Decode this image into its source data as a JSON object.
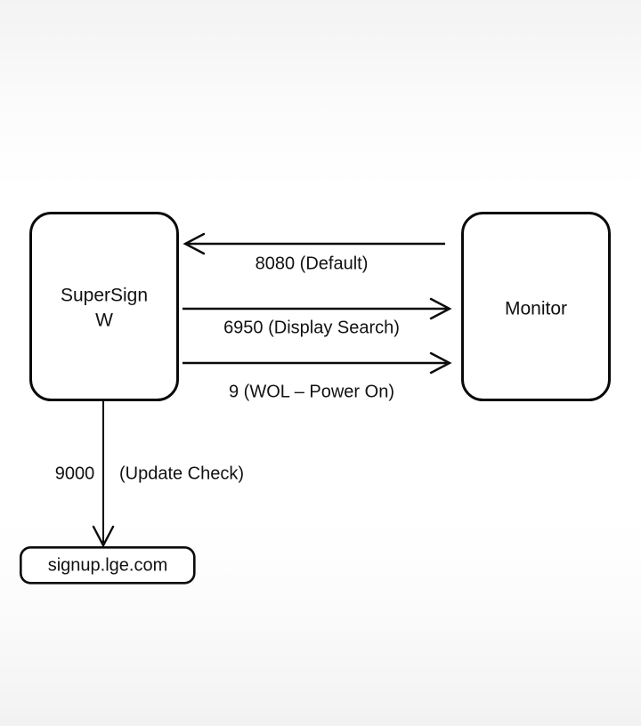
{
  "diagram": {
    "type": "network-port-diagram",
    "background_top_color": "#f3f3f4",
    "background_mid_color": "#ffffff",
    "stroke_color": "#0a0a0a",
    "fill_color": "#ffffff",
    "nodes": [
      {
        "id": "supersign",
        "shape": "rounded-rectangle",
        "label_line1": "SuperSign",
        "label_line2": "W"
      },
      {
        "id": "monitor",
        "shape": "rounded-rectangle",
        "label": "Monitor"
      },
      {
        "id": "signup",
        "shape": "rounded-rectangle-small",
        "label": "signup.lge.com"
      }
    ],
    "connections": [
      {
        "id": "conn-8080",
        "from": "monitor",
        "to": "supersign",
        "direction": "left",
        "port": "8080",
        "description": "(Default)",
        "label": "8080 (Default)"
      },
      {
        "id": "conn-6950",
        "from": "supersign",
        "to": "monitor",
        "direction": "right",
        "port": "6950",
        "description": "(Display Search)",
        "label": "6950 (Display Search)"
      },
      {
        "id": "conn-9",
        "from": "supersign",
        "to": "monitor",
        "direction": "right",
        "port": "9",
        "description": "(WOL – Power On)",
        "label": "9 (WOL – Power On)"
      },
      {
        "id": "conn-9000",
        "from": "supersign",
        "to": "signup",
        "direction": "down",
        "port": "9000",
        "description": "(Update Check)",
        "label_part1": "9000",
        "label_part2": "(Update Check)"
      }
    ]
  }
}
